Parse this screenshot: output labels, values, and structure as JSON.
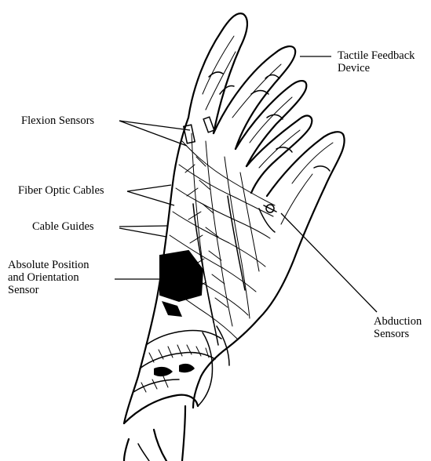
{
  "labels": {
    "tactile": [
      "Tactile Feedback",
      "Device"
    ],
    "flexion": "Flexion Sensors",
    "fiber": "Fiber Optic Cables",
    "guides": "Cable Guides",
    "position": [
      "Absolute Position",
      "and Orientation",
      "Sensor"
    ],
    "abduction": [
      "Abduction",
      "Sensors"
    ]
  }
}
